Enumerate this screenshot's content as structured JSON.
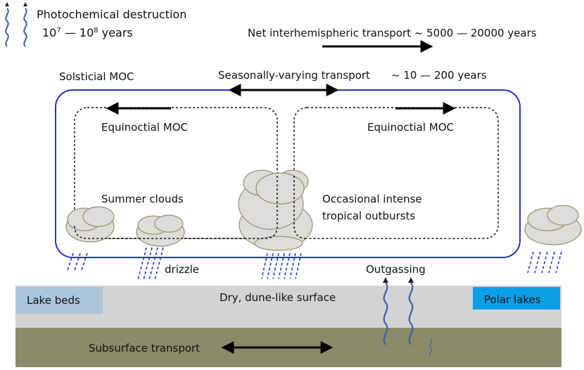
{
  "legend": {
    "photochem_title": "Photochemical destruction",
    "photochem_range_a": "10",
    "photochem_exp_a": "7",
    "photochem_dash": " — ",
    "photochem_range_b": "10",
    "photochem_exp_b": "8",
    "photochem_unit": " years"
  },
  "labels": {
    "net_transport": "Net interhemispheric transport ~ 5000 — 20000 years",
    "solsticial_moc": "Solsticial MOC",
    "seasonal_transport": "Seasonally-varying transport",
    "seasonal_timescale": "~ 10 — 200 years",
    "equinoctial_left": "Equinoctial MOC",
    "equinoctial_right": "Equinoctial MOC",
    "summer_clouds": "Summer clouds",
    "tropical_line1": "Occasional intense",
    "tropical_line2": "tropical outbursts",
    "drizzle": "drizzle",
    "outgassing": "Outgassing",
    "lake_beds": "Lake beds",
    "dry_surface": "Dry, dune-like surface",
    "polar_lakes": "Polar lakes",
    "subsurface": "Subsurface  transport"
  },
  "colors": {
    "solsticial_box": "#2233cc",
    "wave": "#3a5fb0",
    "rain": "#1a3ad6",
    "surface": "#d3d3d3",
    "subsurface": "#8b8b6a",
    "lake_beds": "#a9c6dc",
    "polar_lakes": "#0aa0e8",
    "cloud_fill": "#dcdcd8",
    "cloud_edge": "#9a9070"
  }
}
